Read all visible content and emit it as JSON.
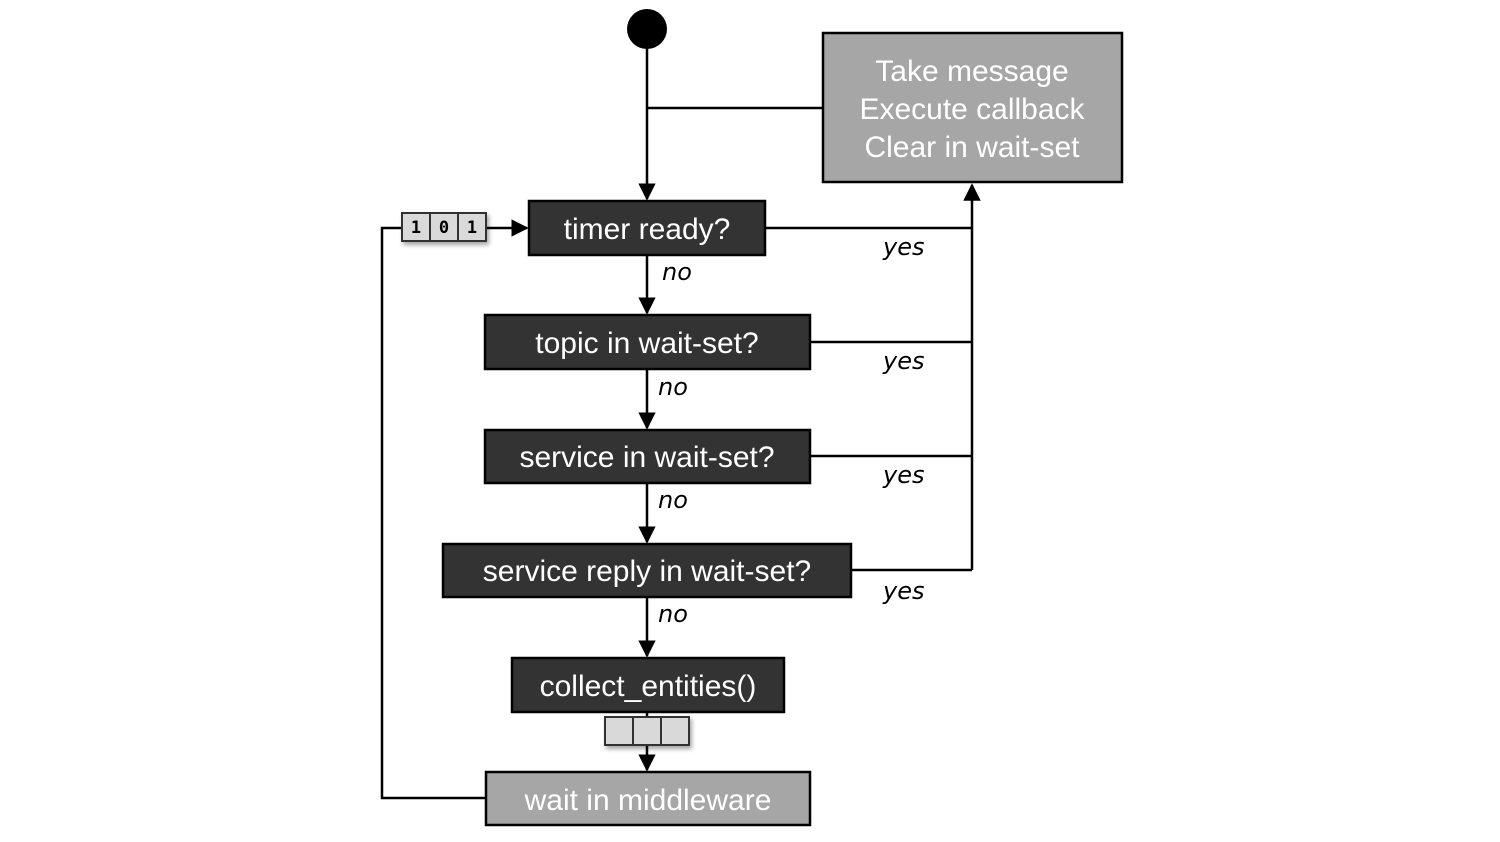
{
  "start_node": "start",
  "action_box": {
    "lines": [
      "Take message",
      "Execute callback",
      "Clear in wait-set"
    ]
  },
  "decisions": [
    {
      "id": "timer",
      "label": "timer ready?",
      "yes_label": "yes",
      "no_label": "no"
    },
    {
      "id": "topic",
      "label": "topic in wait-set?",
      "yes_label": "yes",
      "no_label": "no"
    },
    {
      "id": "service",
      "label": "service in wait-set?",
      "yes_label": "yes",
      "no_label": "no"
    },
    {
      "id": "service_reply",
      "label": "service reply in wait-set?",
      "yes_label": "yes",
      "no_label": "no"
    }
  ],
  "collect_box": {
    "label": "collect_entities()"
  },
  "wait_box": {
    "label": "wait in middleware"
  },
  "queues": {
    "input_bits": [
      "1",
      "0",
      "1"
    ],
    "collected_bits": [
      "",
      "",
      ""
    ]
  },
  "colors": {
    "dark_box": "#333333",
    "grey_box": "#a6a6a6",
    "queue_cell": "#d9d9d9",
    "line": "#000000"
  }
}
